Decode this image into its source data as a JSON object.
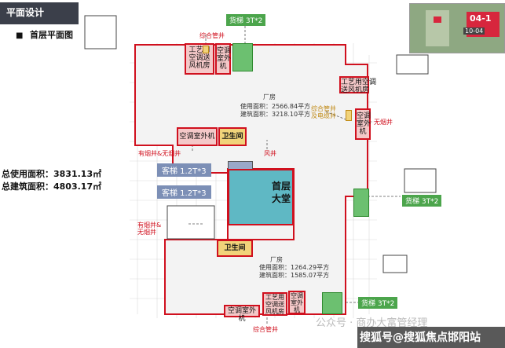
{
  "header": {
    "section_title": "平面设计",
    "bullet": "■",
    "subtitle": "首层平面图"
  },
  "totals": {
    "use_area": "总使用面积：3831.13㎡",
    "build_area": "总建筑面积：4803.17㎡"
  },
  "labels": {
    "freight_top": "货梯 3T*2",
    "freight_right": "货梯 3T*2",
    "freight_bottom": "货梯 3T*2",
    "pipe_well_top": "综合管井",
    "pipe_well_right": "综合管井\n及电缆井",
    "pipe_well_bottom": "综合管井",
    "no_smoke_right": "无烟井",
    "smoke_left": "有烟井&无烟井",
    "smoke_left2": "有烟井&\n无烟井",
    "wind_well": "风井",
    "room_process_top": "工艺用\n空调送\n风机房",
    "room_ac_top": "空调\n室外\n机",
    "room_process_right": "工艺用空调\n送风机房",
    "room_ac_right": "空调\n室外\n机",
    "room_ac_left": "空调室外机",
    "room_wc_left": "卫生间",
    "room_wc_bottom": "卫生间",
    "room_ac_bottom": "空调室外机",
    "room_process_bottom": "工艺用\n空调送\n风机房",
    "room_ac_bottom2": "空调\n室外\n机",
    "lift_1": "客梯 1.2T*3",
    "lift_2": "客梯 1.2T*3",
    "lobby": "首层\n大堂",
    "factory_top_title": "厂房",
    "factory_top_use": "使用面积：2566.84平方",
    "factory_top_build": "建筑面积：3218.10平方",
    "factory_bottom_title": "厂房",
    "factory_bottom_use": "使用面积：1264.29平方",
    "factory_bottom_build": "建筑面积：1585.07平方",
    "minimap_code": "04-1",
    "minimap_sub": "10-04"
  },
  "watermark": "公众号 · 商办大富管经理",
  "footer": "搜狐号@搜狐焦点邯阳站",
  "colors": {
    "accent_red": "#d0101e",
    "tab_bg": "#3b3f4a",
    "lobby": "#5fb8c4",
    "freight": "#4ca54c",
    "lift": "#7c8fb6"
  }
}
